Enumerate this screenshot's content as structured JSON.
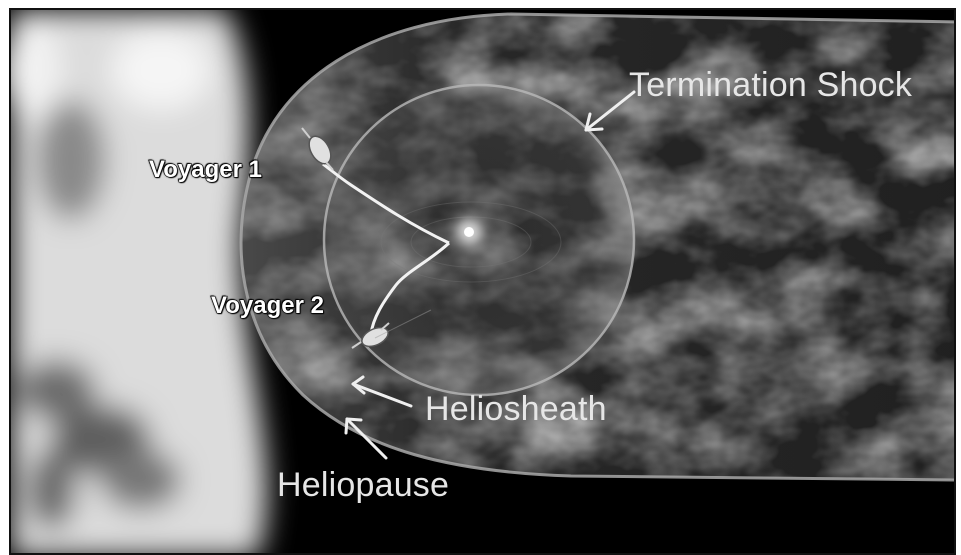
{
  "labels": {
    "termination_shock": "Termination Shock",
    "voyager1": "Voyager 1",
    "voyager2": "Voyager 2",
    "heliosheath": "Heliosheath",
    "heliopause": "Heliopause"
  },
  "colors": {
    "space": "#000000",
    "label_text": "#e6e6e6",
    "trajectory": "#f2f2f2",
    "sun": "#ffffff"
  }
}
